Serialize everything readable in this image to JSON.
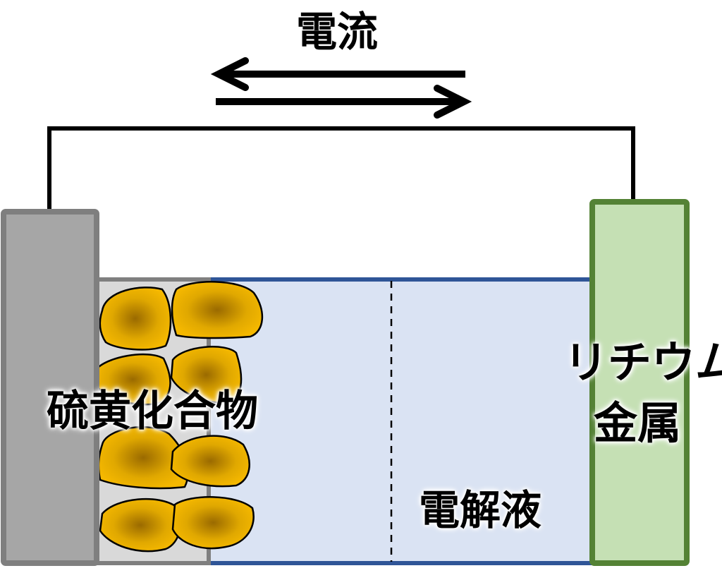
{
  "title": "電流",
  "labels": {
    "cathode_material": "硫黄化合物",
    "anode_line1": "リチウム",
    "anode_line2": "金属",
    "electrolyte": "電解液"
  },
  "colors": {
    "current_collector_fill": "#a6a6a6",
    "current_collector_stroke": "#7f7f7f",
    "cathode_layer_fill": "#d9d9d9",
    "particle_fill": "#f0b400",
    "particle_center": "#a07000",
    "electrolyte_fill": "#dae3f3",
    "electrolyte_stroke": "#2f5597",
    "lithium_fill": "#c5e0b4",
    "lithium_stroke": "#548235",
    "wire": "#000000"
  },
  "arrows": [
    "left",
    "right"
  ]
}
